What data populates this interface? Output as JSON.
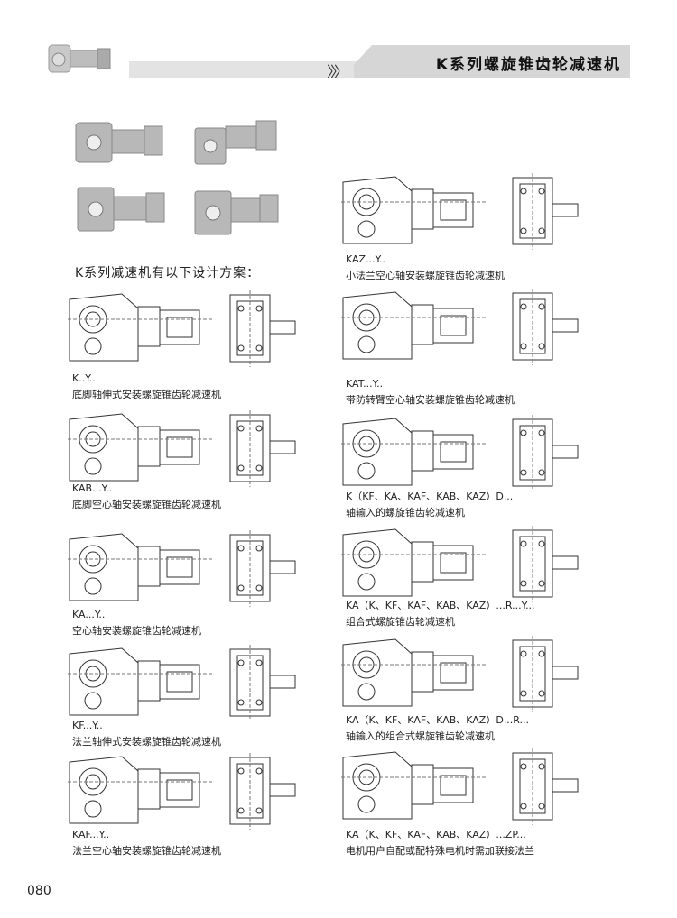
{
  "header": {
    "title": "K系列螺旋锥齿轮减速机",
    "chevrons": "〉〉〉"
  },
  "intro": "K系列减速机有以下设计方案：",
  "left": [
    {
      "code": "K..Y..",
      "desc": "底脚轴伸式安装螺旋锥齿轮减速机"
    },
    {
      "code": "KAB...Y..",
      "desc": "底脚空心轴安装螺旋锥齿轮减速机"
    },
    {
      "code": "KA...Y..",
      "desc": "空心轴安装螺旋锥齿轮减速机"
    },
    {
      "code": "KF...Y..",
      "desc": "法兰轴伸式安装螺旋锥齿轮减速机"
    },
    {
      "code": "KAF...Y..",
      "desc": "法兰空心轴安装螺旋锥齿轮减速机"
    }
  ],
  "right": [
    {
      "code": "KAZ...Y..",
      "desc": "小法兰空心轴安装螺旋锥齿轮减速机"
    },
    {
      "code": "KAT...Y..",
      "desc": "带防转臂空心轴安装螺旋锥齿轮减速机"
    },
    {
      "code": "K（KF、KA、KAF、KAB、KAZ）D...",
      "desc": "轴输入的螺旋锥齿轮减速机"
    },
    {
      "code": "KA（K、KF、KAF、KAB、KAZ）...R...Y...",
      "desc": "组合式螺旋锥齿轮减速机"
    },
    {
      "code": "KA（K、KF、KAF、KAB、KAZ）D...R...",
      "desc": "轴输入的组合式螺旋锥齿轮减速机"
    },
    {
      "code": "KA（K、KF、KAF、KAB、KAZ）...ZP...",
      "desc": "电机用户自配或配特殊电机时需加联接法兰"
    }
  ],
  "page_number": "080"
}
